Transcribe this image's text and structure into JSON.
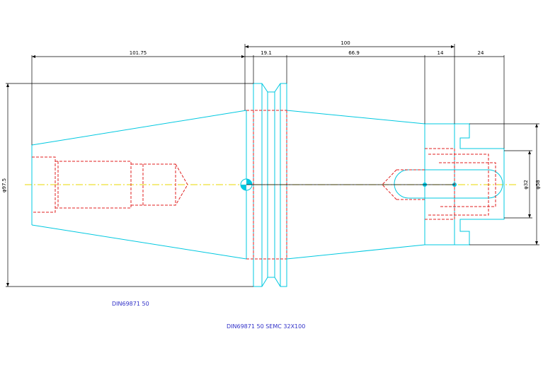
{
  "dimensions": {
    "total": "100",
    "taper_length": "101.75",
    "flange": "19.1",
    "body": "66.9",
    "collar": "14",
    "nose": "24",
    "dia_flange": "φ97.5",
    "dia_bore": "φ32",
    "dia_nose": "φ58"
  },
  "captions": {
    "standard": "DIN69871 50",
    "designation": "DIN69871 50  SEMC  32X100"
  },
  "colors": {
    "outline": "#00c8e0",
    "hidden": "#e02020",
    "dimension": "#000000",
    "centerline": "#e8d800",
    "caption": "#3030c8"
  }
}
